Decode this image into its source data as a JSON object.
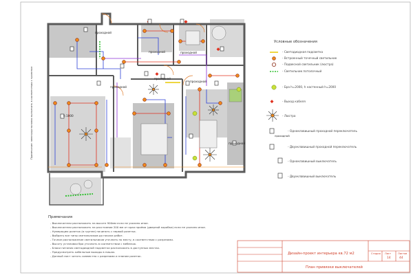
{
  "legend": {
    "title": "Условные обозначения",
    "items": [
      {
        "label": "- Светодиодная подсветка"
      },
      {
        "label": "- Встроенный точечный светильник"
      },
      {
        "label": "- Подвесной светильник (люстра)"
      },
      {
        "label": "- Светильник потолочный"
      },
      {
        "label": "- Бра h=2000, h настенный h=2000"
      },
      {
        "label": "- Выход кабеля"
      },
      {
        "label": "- Люстра"
      },
      {
        "label": "- Одноклавишный проходной переключатель"
      },
      {
        "label": "- Двухклавишный проходной переключатель"
      },
      {
        "label": "- Одноклавишный выключатель"
      },
      {
        "label": "- Двухклавишный выключатель"
      }
    ],
    "inline_tag": "проходной"
  },
  "plan": {
    "tags": [
      "проходной",
      "проходной",
      "проходной",
      "проходной",
      "проходной",
      "проходной",
      "проходной"
    ],
    "height_label": "h 1000",
    "vertical_note": "Примечание: электроустановки выполнить в соответствии с проектом"
  },
  "notes": {
    "title": "Примечания",
    "lines": [
      "- Выключатели расположить на высоте 900мм если не указано иное.",
      "- Выключатели расположить на расстоянии 200 мм от края проёма (дверной коробки) если не указано иное.",
      "- Нумерацию розеток (в группе) начинать с первой розетки.",
      "- Выбрать все типы светильников до начала работ.",
      "- Точное расположение светильников уточнить по месту, в соответствии с разрезами.",
      "- Высоту установки бра уточнить в соответствии с мебелью.",
      "- Блоки питания светодиодной подсветки расположить в доступных местах.",
      "- Предусмотреть кабельные выходы в нишах.",
      "- Данный лист читать совместно с разрезами и планом розеток."
    ]
  },
  "title_block": {
    "title": "Дизайн-проект интерьера кв.72 м2",
    "sheet_name": "План привязки выключателей",
    "col_heads": [
      "Стадия",
      "Лист",
      "Листов"
    ],
    "col_vals": [
      "",
      "14",
      "44"
    ]
  },
  "colors": {
    "wall": "#5a5a5a",
    "wire_red": "#e0301e",
    "wire_blue": "#2b3fd6",
    "wire_purple": "#8a2bd6",
    "led_yellow": "#e8c800",
    "led_green": "#2fbf2f",
    "fixture_orange": "#f08a1c",
    "title_red": "#d0402b",
    "floor_gray": "#bfbfbf"
  }
}
